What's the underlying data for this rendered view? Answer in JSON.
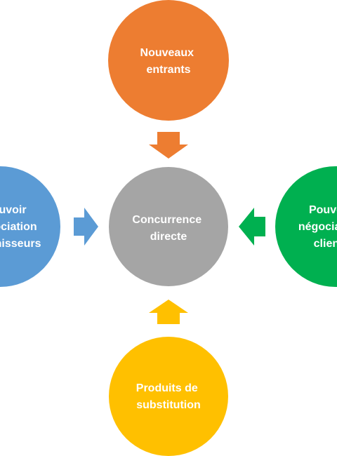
{
  "diagram": {
    "center": {
      "line1": "Concurrence",
      "line2": "directe",
      "color": "#A5A5A5"
    },
    "top": {
      "line1": "Nouveaux",
      "line2": "entrants",
      "color": "#ED7D31"
    },
    "left": {
      "line1": "Pouvoir",
      "line2": "négociation",
      "line3": "fournisseurs",
      "color": "#5B9BD5"
    },
    "right": {
      "line1": "Pouvoir",
      "line2": "négociation",
      "line3": "clients",
      "color": "#00B050"
    },
    "bottom": {
      "line1": "Produits de",
      "line2": "substitution",
      "color": "#FFC000"
    }
  }
}
